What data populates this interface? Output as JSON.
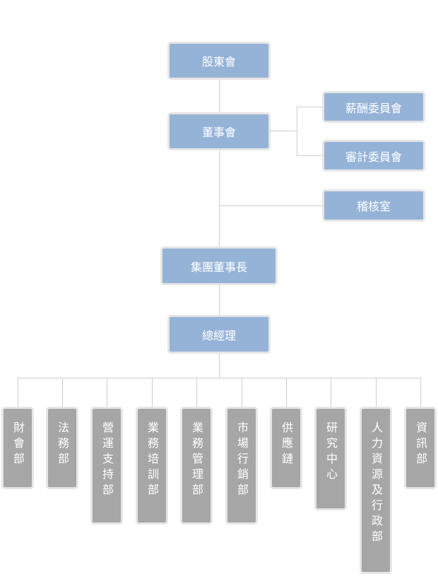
{
  "org": {
    "shareholders": "股東會",
    "board": "董事會",
    "compensation_committee": "薪酬委員會",
    "audit_committee": "審計委員會",
    "internal_audit": "稽核室",
    "chairman": "集團董事長",
    "general_manager": "總經理"
  },
  "departments": [
    "財會部",
    "法務部",
    "營運支持部",
    "業務培訓部",
    "業務管理部",
    "市場行銷部",
    "供應鏈",
    "研究中心",
    "人力資源及行政部",
    "資訊部"
  ],
  "colors": {
    "node_fill": "#95b3d7",
    "dept_fill": "#a6a6a6",
    "border": "#e6e6e6",
    "connector": "#cccccc"
  }
}
